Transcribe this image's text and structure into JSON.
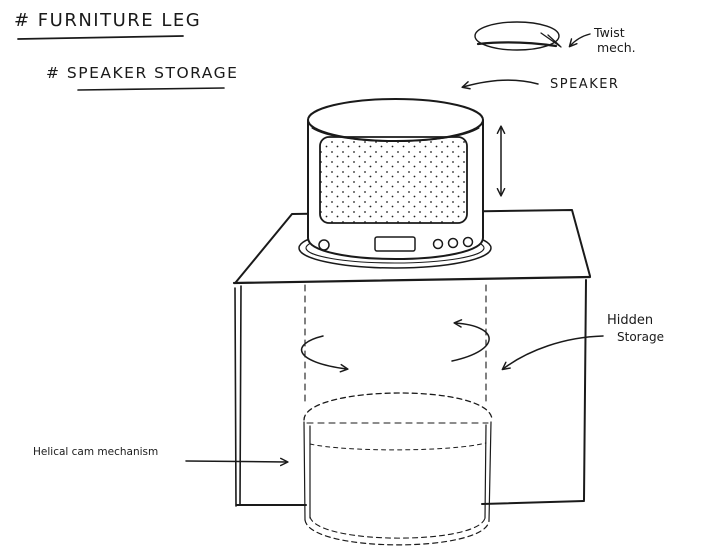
{
  "headings": {
    "furniture_leg": "# FURNITURE LEG",
    "speaker_storage": "# SPEAKER STORAGE"
  },
  "annotations": {
    "twist_line1": "Twist",
    "twist_line2": "mech.",
    "speaker": "SPEAKER",
    "hidden_line1": "Hidden",
    "hidden_line2": "Storage",
    "helical": "Helical cam mechanism"
  }
}
